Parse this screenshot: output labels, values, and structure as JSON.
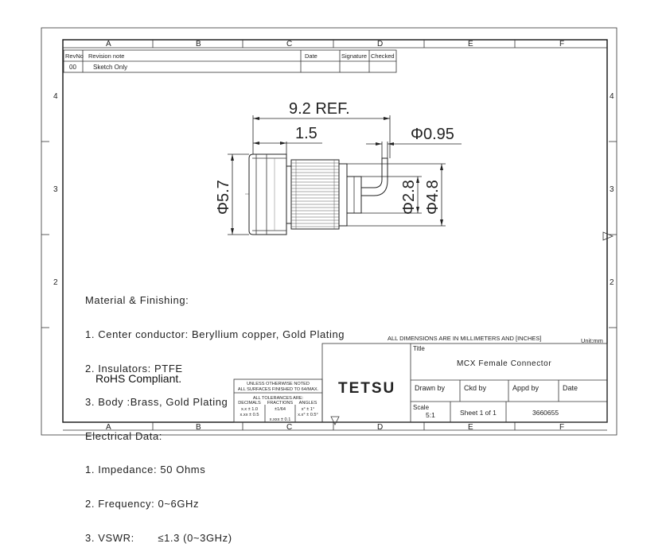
{
  "frame": {
    "col_labels": [
      "A",
      "B",
      "C",
      "D",
      "E",
      "F"
    ],
    "row_labels": [
      "4",
      "3",
      "2"
    ]
  },
  "revision_table": {
    "headers": [
      "RevNo",
      "Revision note",
      "Date",
      "Signature",
      "Checked"
    ],
    "rows": [
      [
        "00",
        "Sketch Only",
        "",
        "",
        ""
      ]
    ]
  },
  "dimensions": {
    "overall": "9.2 REF.",
    "head_length": "1.5",
    "pin_dia": "Φ0.95",
    "body_dia": "Φ5.7",
    "inner_dia": "Φ2.8",
    "outer_dia": "Φ4.8"
  },
  "notes": [
    "Material & Finishing:",
    "1. Center conductor: Beryllium copper, Gold Plating",
    "2. Insulators: PTFE",
    "3. Body :Brass, Gold Plating",
    "Electrical Data:",
    "1. Impedance: 50 Ohms",
    "2. Frequency: 0~6GHz",
    "3. VSWR:       ≤1.3 (0~3GHz)"
  ],
  "rohs": "RoHS Compliant.",
  "tolerance_block": {
    "line1": "UNLESS OTHERWISE NOTED",
    "line2": "ALL SURFACES FINISHED TO 64/MAX.",
    "line3": "ALL TOLERANCES ARE:",
    "col_headers": [
      "DECIMALS",
      "FRACTIONS",
      "ANGLES"
    ],
    "dec1": "x.x ± 1.0",
    "dec2": "x.xx ± 0.5",
    "dec3": "x.xxx ± 0.1",
    "frac": "±1/64",
    "ang1": "x° ± 1°",
    "ang2": "x.x° ± 0.5°"
  },
  "title_block": {
    "units_note": "ALL DIMENSIONS ARE IN MILLIMETERS AND [INCHES]",
    "unit": "Unit:mm",
    "title_label": "Title",
    "title": "MCX Female Connector",
    "logo": "TETSU",
    "drawn_by": "Drawn by",
    "ckd_by": "Ckd by",
    "appd_by": "Appd by",
    "date": "Date",
    "scale_label": "Scale",
    "scale": "5:1",
    "sheet": "Sheet 1 of 1",
    "part_no": "3660655"
  }
}
